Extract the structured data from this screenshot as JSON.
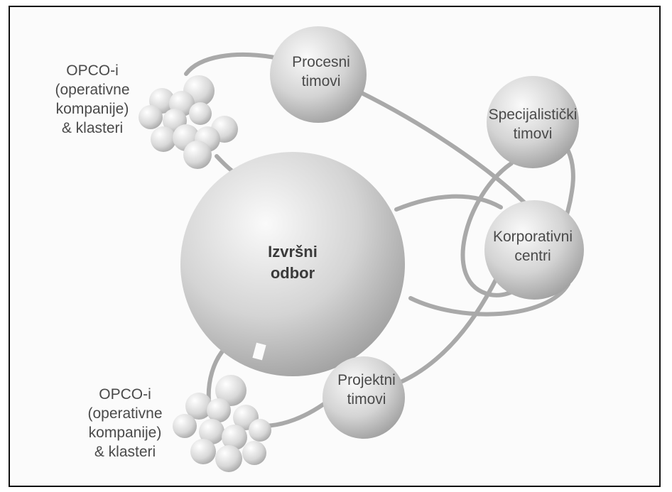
{
  "diagram": {
    "executive": {
      "line1": "Izvršni",
      "line2": "odbor"
    },
    "process": {
      "line1": "Procesni",
      "line2": "timovi"
    },
    "specialist": {
      "line1": "Specijalistički",
      "line2": "timovi"
    },
    "corporate": {
      "line1": "Korporativni",
      "line2": "centri"
    },
    "project": {
      "line1": "Projektni",
      "line2": "timovi"
    },
    "opco_top": {
      "line1": "OPCO-i",
      "line2": "(operativne",
      "line3": "kompanije)",
      "line4": "& klasteri"
    },
    "opco_bottom": {
      "line1": "OPCO-i",
      "line2": "(operativne",
      "line3": "kompanije)",
      "line4": "& klasteri"
    }
  },
  "colors": {
    "connector": "#a9a9a9",
    "sphere_light": "#fafafa",
    "sphere_dark": "#9c9c9c",
    "text": "#4a4a4a"
  }
}
